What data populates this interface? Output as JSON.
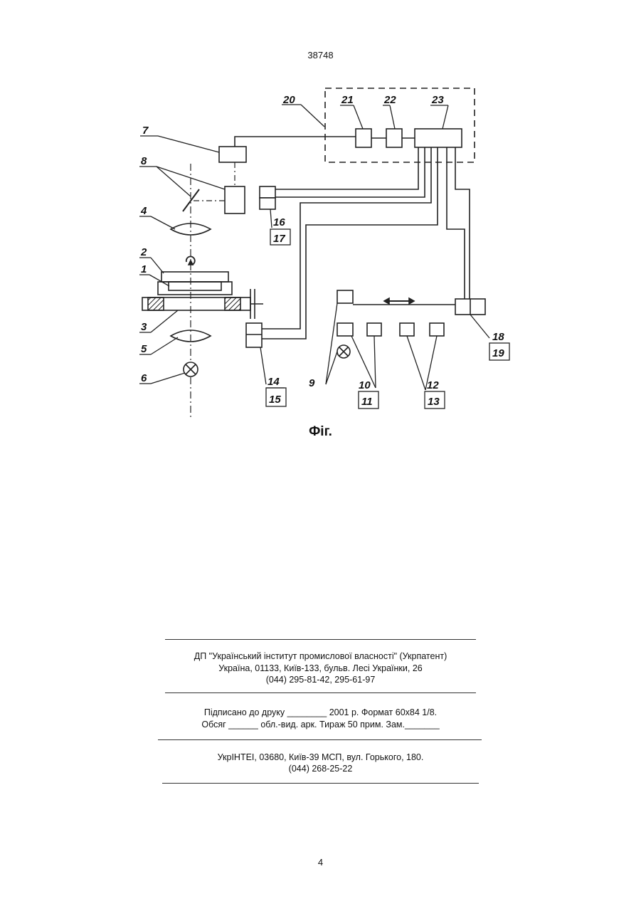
{
  "header": {
    "patent_number": "38748"
  },
  "figure": {
    "caption": "Фіг.",
    "labels": {
      "l1": "1",
      "l2": "2",
      "l3": "3",
      "l4": "4",
      "l5": "5",
      "l6": "6",
      "l7": "7",
      "l8": "8",
      "l9": "9",
      "l10": "10",
      "l11": "11",
      "l12": "12",
      "l13": "13",
      "l14": "14",
      "l15": "15",
      "l16": "16",
      "l17": "17",
      "l18": "18",
      "l19": "19",
      "l20": "20",
      "l21": "21",
      "l22": "22",
      "l23": "23"
    }
  },
  "publisher": {
    "line1": "ДП \"Український інститут промислової власності\" (Укрпатент)",
    "line2": "Україна, 01133, Київ-133, бульв. Лесі Українки, 26",
    "line3": "(044) 295-81-42, 295-61-97"
  },
  "print_info": {
    "line1": "Підписано до друку ________ 2001 р.   Формат 60х84 1/8.",
    "line2": "Обсяг ______ обл.-вид. арк.   Тираж 50 прим.    Зам._______"
  },
  "printer": {
    "line1": "УкрІНТЕІ, 03680, Київ-39 МСП, вул. Горького, 180.",
    "line2": "(044) 268-25-22"
  },
  "footer": {
    "page_number": "4"
  }
}
